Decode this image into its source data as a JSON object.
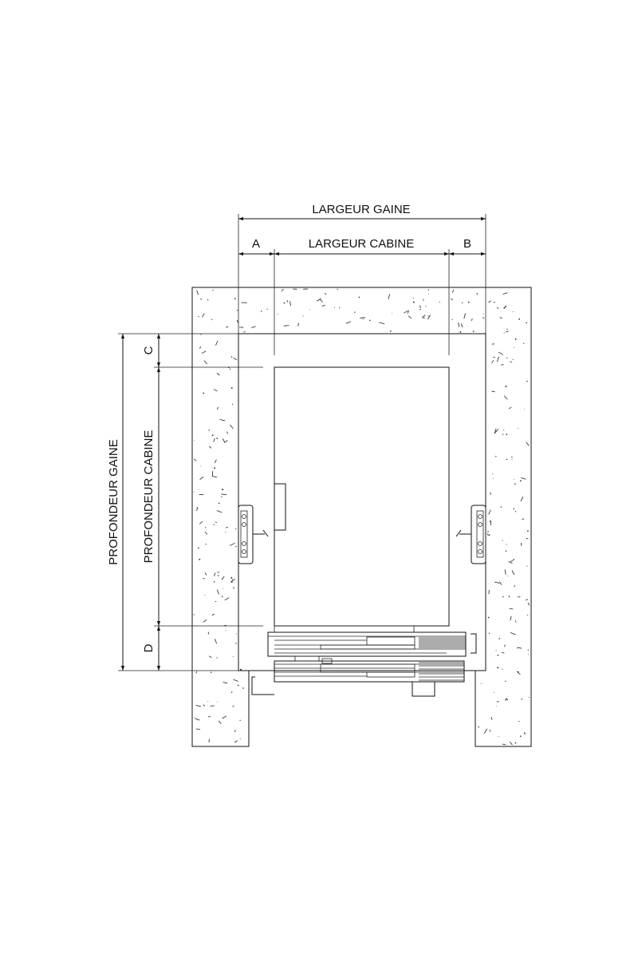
{
  "labels": {
    "shaft_width": "LARGEUR GAINE",
    "cabin_width": "LARGEUR CABINE",
    "shaft_depth": "PROFONDEUR GAINE",
    "cabin_depth": "PROFONDEUR CABINE",
    "a": "A",
    "b": "B",
    "c": "C",
    "d": "D"
  },
  "colors": {
    "line": "#111111",
    "background": "#ffffff"
  }
}
